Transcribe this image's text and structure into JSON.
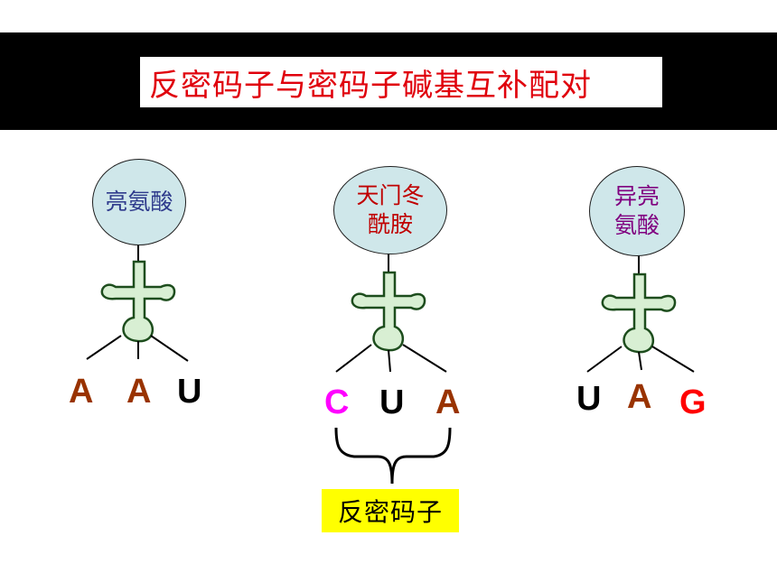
{
  "title": "反密码子与密码子碱基互补配对",
  "colors": {
    "title": "#e0000c",
    "bubble_fill": "#cfe7ea",
    "trna_fill": "#d8efd3",
    "trna_stroke": "#1d4d1d",
    "base_brown": "#993300",
    "base_black": "#000000",
    "base_magenta": "#ff00ff",
    "base_red": "#ff0000",
    "tag_bg": "#ffff00"
  },
  "trnas": [
    {
      "amino_acid": "亮氨酸",
      "amino_acid_color": "#2e3a8c",
      "bases": [
        {
          "letter": "A",
          "color": "#993300"
        },
        {
          "letter": "A",
          "color": "#993300"
        },
        {
          "letter": "U",
          "color": "#000000"
        }
      ]
    },
    {
      "amino_acid_lines": [
        "天门冬",
        "酰胺"
      ],
      "amino_acid_color": "#c00000",
      "bases": [
        {
          "letter": "C",
          "color": "#ff00ff"
        },
        {
          "letter": "U",
          "color": "#000000"
        },
        {
          "letter": "A",
          "color": "#993300"
        }
      ]
    },
    {
      "amino_acid_lines": [
        "异亮",
        "氨酸"
      ],
      "amino_acid_color": "#800080",
      "bases": [
        {
          "letter": "U",
          "color": "#000000"
        },
        {
          "letter": "A",
          "color": "#993300"
        },
        {
          "letter": "G",
          "color": "#ff0000"
        }
      ]
    }
  ],
  "anticodon_label": "反密码子"
}
